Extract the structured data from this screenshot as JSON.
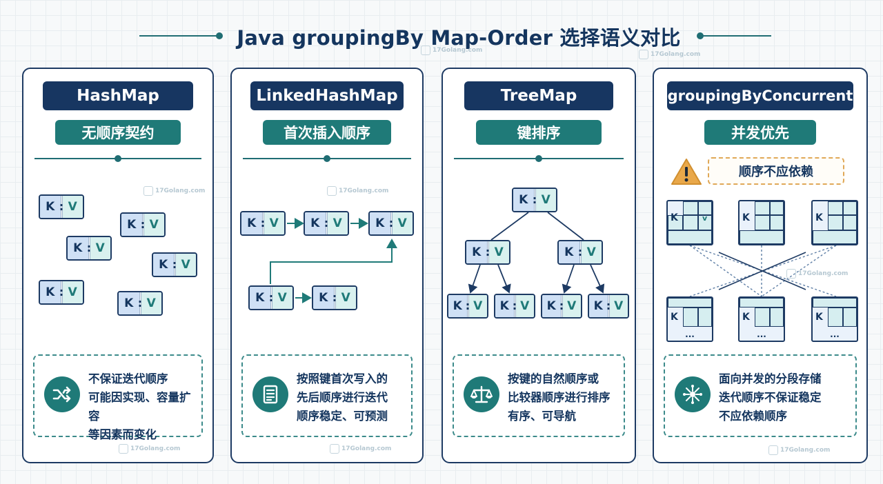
{
  "title": "Java groupingBy Map-Order 选择语义对比",
  "watermark": "17Golang.com",
  "kv": {
    "k": "K",
    "sep": ":",
    "v": "V"
  },
  "panels": [
    {
      "header": "HashMap",
      "subheader": "无顺序契约",
      "note_icon": "shuffle-icon",
      "note_lines": [
        "不保证迭代顺序",
        "可能因实现、容量扩容",
        "等因素而变化"
      ]
    },
    {
      "header": "LinkedHashMap",
      "subheader": "首次插入顺序",
      "note_icon": "document-list-icon",
      "note_lines": [
        "按照键首次写入的",
        "先后顺序进行迭代",
        "顺序稳定、可预测"
      ]
    },
    {
      "header": "TreeMap",
      "subheader": "键排序",
      "note_icon": "balance-scale-icon",
      "note_lines": [
        "按键的自然顺序或",
        "比较器顺序进行排序",
        "有序、可导航"
      ]
    },
    {
      "header": "groupingByConcurrent",
      "subheader": "并发优先",
      "warning": "顺序不应依赖",
      "segment_k": "K",
      "segment_v": "v",
      "ellipsis": "...",
      "note_icon": "network-hub-icon",
      "note_lines": [
        "面向并发的分段存储",
        "迭代顺序不保证稳定",
        "不应依赖顺序"
      ]
    }
  ],
  "colors": {
    "navy": "#173661",
    "teal": "#1f7a78",
    "key_fill": "#cfe0f5",
    "value_fill": "#d9f1ef",
    "warning": "#e0a857"
  }
}
